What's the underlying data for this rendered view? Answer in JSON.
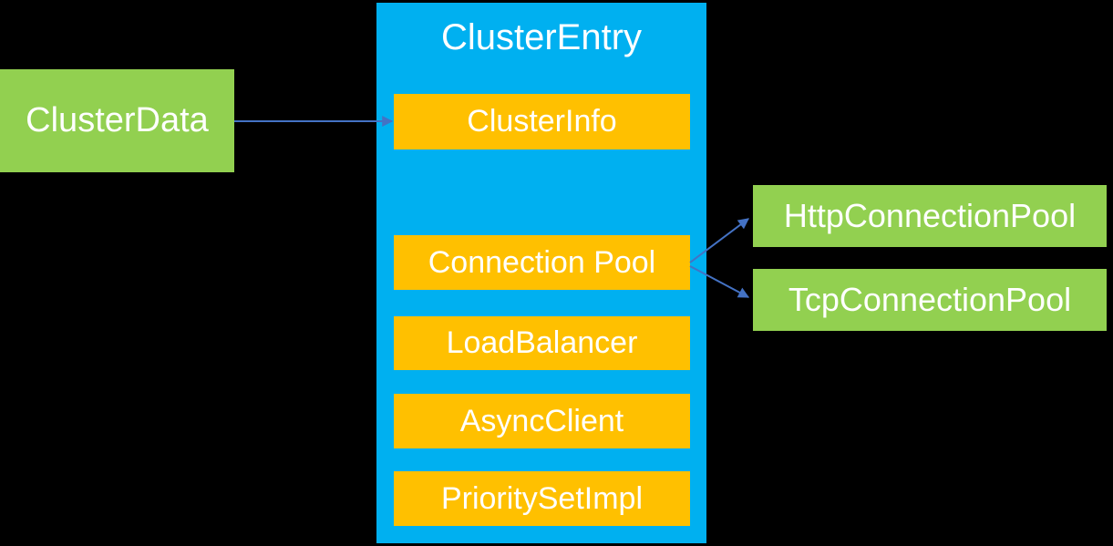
{
  "diagram": {
    "background_color": "#000000",
    "text_color": "#FFFFFF",
    "arrow_color": "#4472C4",
    "nodes": {
      "cluster_data": {
        "label": "ClusterData",
        "color": "#92D050"
      },
      "cluster_entry": {
        "label": "ClusterEntry",
        "color": "#00B0F0",
        "member_color": "#FFC000",
        "members": [
          {
            "label": "ClusterInfo"
          },
          {
            "label": "Connection Pool"
          },
          {
            "label": "LoadBalancer"
          },
          {
            "label": "AsyncClient"
          },
          {
            "label": "PrioritySetImpl"
          }
        ]
      },
      "http_connection_pool": {
        "label": "HttpConnectionPool",
        "color": "#92D050"
      },
      "tcp_connection_pool": {
        "label": "TcpConnectionPool",
        "color": "#92D050"
      }
    },
    "edges": [
      {
        "from": "ClusterData",
        "to": "ClusterInfo"
      },
      {
        "from": "Connection Pool",
        "to": "HttpConnectionPool"
      },
      {
        "from": "Connection Pool",
        "to": "TcpConnectionPool"
      }
    ]
  }
}
